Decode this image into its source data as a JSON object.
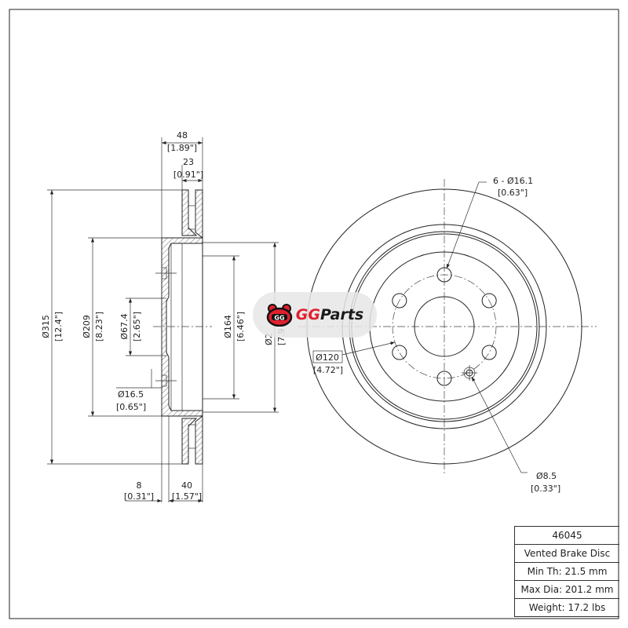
{
  "side_view": {
    "width_total": "48",
    "width_total_in": "[1.89\"]",
    "rotor_thickness": "23",
    "rotor_thickness_in": "[0.91\"]",
    "outer_dia": "Ø315",
    "outer_dia_in": "[12.4\"]",
    "hat_dia": "Ø209",
    "hat_dia_in": "[8.23\"]",
    "center_bore": "Ø67.4",
    "center_bore_in": "[2.65\"]",
    "stud_hole": "Ø16.5",
    "stud_hole_in": "[0.65\"]",
    "inner_dia": "Ø164",
    "inner_dia_in": "[6.46\"]",
    "hidden_dia": "Ø2",
    "hidden_dia_in": "[7.9",
    "hat_thickness": "8",
    "hat_thickness_in": "[0.31\"]",
    "hat_depth": "40",
    "hat_depth_in": "[1.57\"]"
  },
  "front_view": {
    "bolt_holes": "6 - Ø16.1",
    "bolt_holes_in": "[0.63\"]",
    "bolt_circle": "Ø120",
    "bolt_circle_in": "[4.72\"]",
    "small_hole": "Ø8.5",
    "small_hole_in": "[0.33\"]"
  },
  "logo": {
    "gg": "GG",
    "parts": "Parts",
    "icon": "gg-mascot-icon"
  },
  "spec_table": {
    "part_number": "46045",
    "type": "Vented Brake Disc",
    "min_th": "Min Th: 21.5 mm",
    "max_dia": "Max Dia: 201.2 mm",
    "weight": "Weight: 17.2 lbs"
  }
}
